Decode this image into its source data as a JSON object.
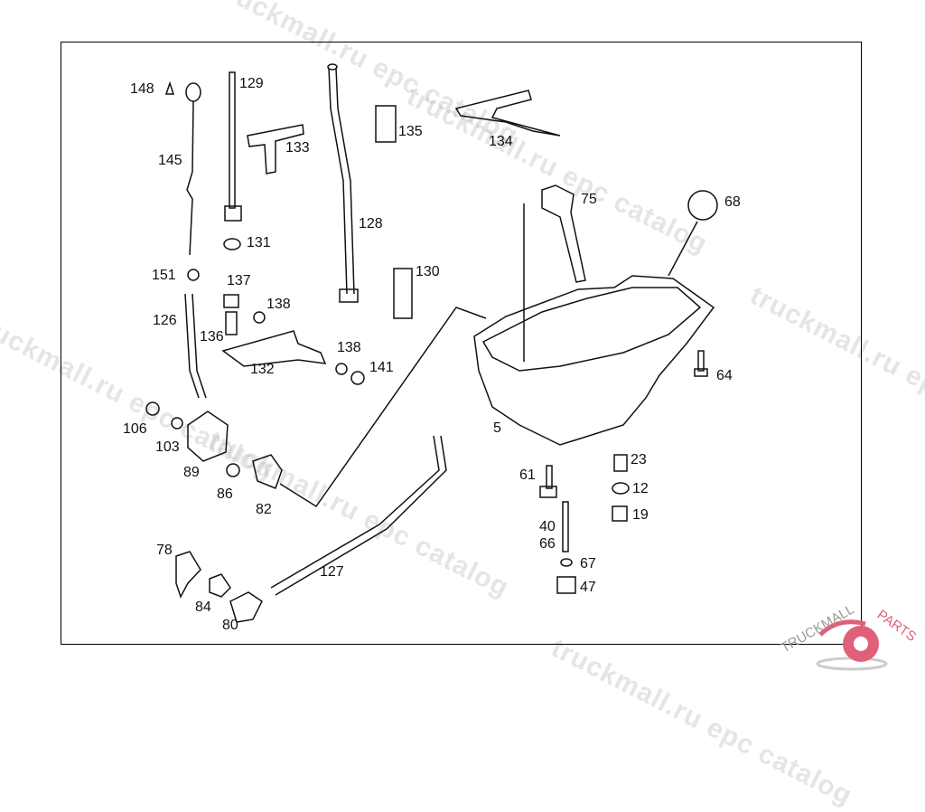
{
  "diagram": {
    "labels": [
      "148",
      "129",
      "133",
      "135",
      "134",
      "75",
      "68",
      "145",
      "131",
      "128",
      "130",
      "151",
      "137",
      "138",
      "126",
      "136",
      "132",
      "138",
      "141",
      "64",
      "106",
      "103",
      "5",
      "89",
      "86",
      "82",
      "61",
      "23",
      "12",
      "19",
      "40",
      "66",
      "67",
      "47",
      "78",
      "127",
      "84",
      "80"
    ]
  },
  "watermark": {
    "text": "truckmall.ru epc catalog",
    "logo_text": "TRUCKMALLPARTS",
    "logo_color": "#e0607a"
  }
}
